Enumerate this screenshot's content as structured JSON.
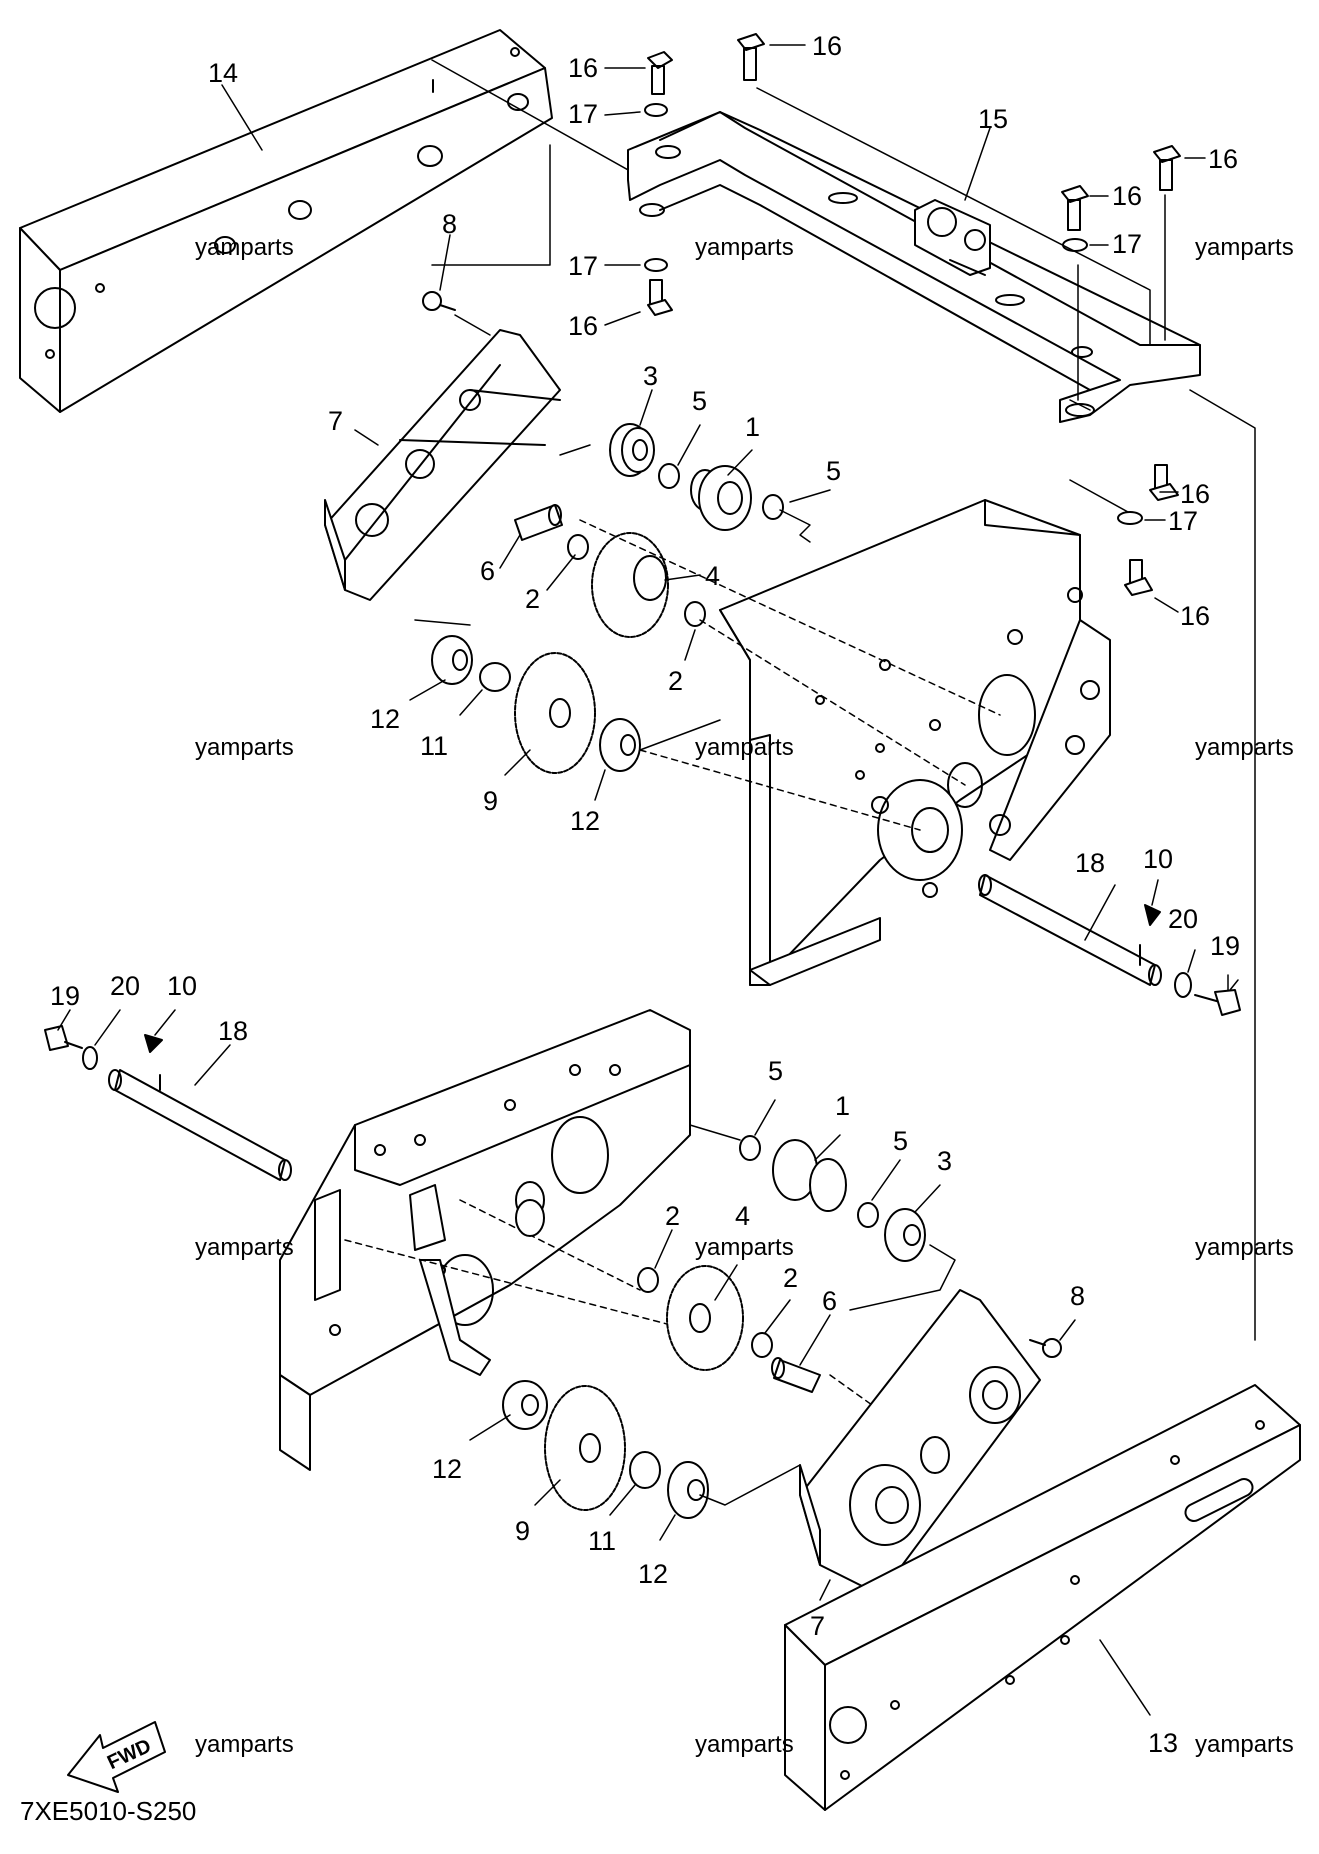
{
  "diagram_code": "7XE5010-S250",
  "fwd_label": "FWD",
  "watermark": "yamparts",
  "callouts": {
    "c14": "14",
    "c15": "15",
    "c16a": "16",
    "c16b": "16",
    "c16c": "16",
    "c16d": "16",
    "c16e": "16",
    "c16f": "16",
    "c16g": "16",
    "c17a": "17",
    "c17b": "17",
    "c17c": "17",
    "c17d": "17",
    "c8a": "8",
    "c7a": "7",
    "c3a": "3",
    "c5a": "5",
    "c1a": "1",
    "c5b": "5",
    "c6a": "6",
    "c2a": "2",
    "c4a": "4",
    "c2b": "2",
    "c12a": "12",
    "c11a": "11",
    "c9a": "9",
    "c12b": "12",
    "c18a": "18",
    "c10a": "10",
    "c20a": "20",
    "c19a": "19",
    "c19b": "19",
    "c20b": "20",
    "c10b": "10",
    "c18b": "18",
    "c5c": "5",
    "c1b": "1",
    "c5d": "5",
    "c3b": "3",
    "c2c": "2",
    "c4b": "4",
    "c2d": "2",
    "c6b": "6",
    "c8b": "8",
    "c12c": "12",
    "c9b": "9",
    "c11b": "11",
    "c12d": "12",
    "c7b": "7",
    "c13": "13"
  }
}
